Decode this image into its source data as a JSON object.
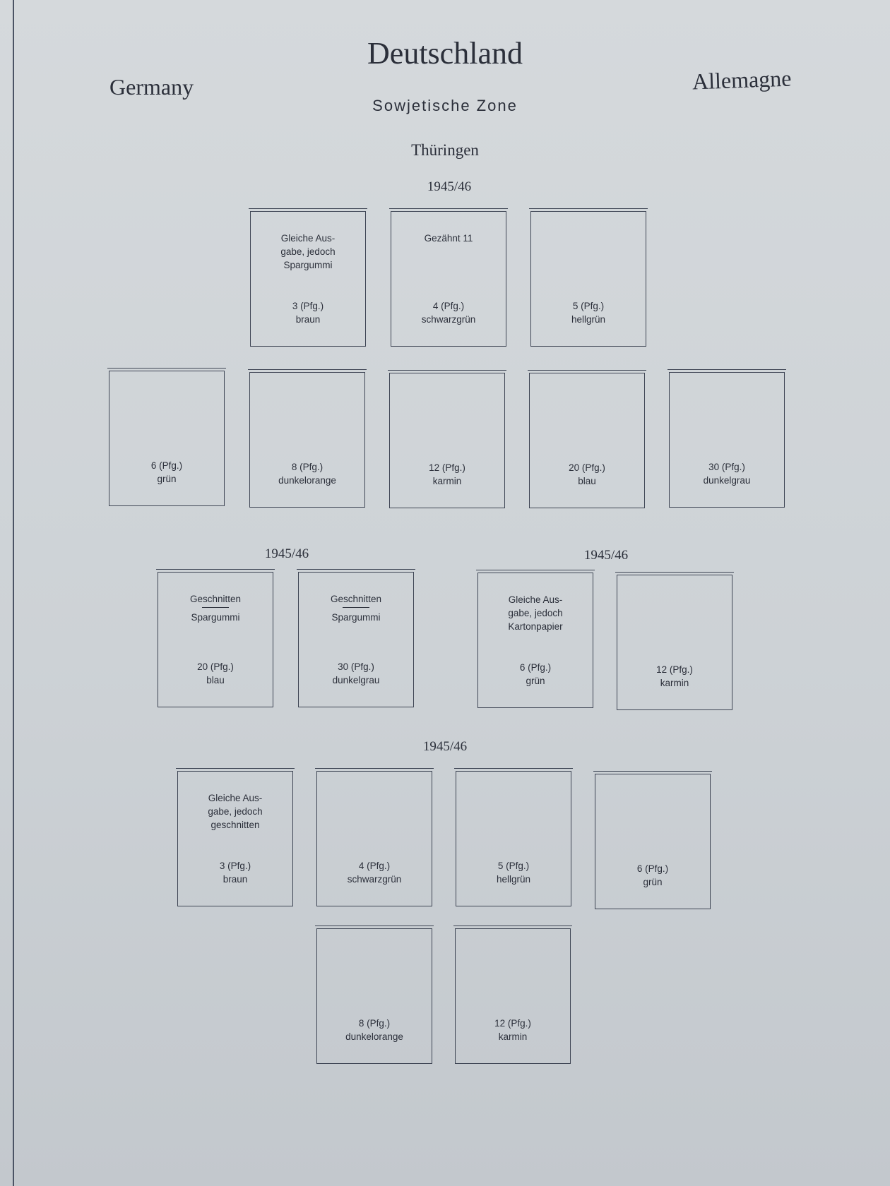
{
  "header": {
    "title": "Deutschland",
    "country_left": "Germany",
    "country_right": "Allemagne",
    "zone": "Sowjetische Zone",
    "region": "Thüringen"
  },
  "years": [
    "1945/46",
    "1945/46",
    "1945/46",
    "1945/46"
  ],
  "stamps": [
    {
      "note": "Gleiche Aus-\ngabe, jedoch\nSpargummi",
      "value": "3 (Pfg.)",
      "color": "braun"
    },
    {
      "note": "Gezähnt 11",
      "value": "4 (Pfg.)",
      "color": "schwarzgrün"
    },
    {
      "note": "",
      "value": "5 (Pfg.)",
      "color": "hellgrün"
    },
    {
      "note": "",
      "value": "6 (Pfg.)",
      "color": "grün"
    },
    {
      "note": "",
      "value": "8 (Pfg.)",
      "color": "dunkelorange"
    },
    {
      "note": "",
      "value": "12 (Pfg.)",
      "color": "karmin"
    },
    {
      "note": "",
      "value": "20 (Pfg.)",
      "color": "blau"
    },
    {
      "note": "",
      "value": "30 (Pfg.)",
      "color": "dunkelgrau"
    },
    {
      "note": "Geschnitten",
      "note2": "Spargummi",
      "value": "20 (Pfg.)",
      "color": "blau"
    },
    {
      "note": "Geschnitten",
      "note2": "Spargummi",
      "value": "30 (Pfg.)",
      "color": "dunkelgrau"
    },
    {
      "note": "Gleiche Aus-\ngabe, jedoch\nKartonpapier",
      "value": "6 (Pfg.)",
      "color": "grün"
    },
    {
      "note": "",
      "value": "12 (Pfg.)",
      "color": "karmin"
    },
    {
      "note": "Gleiche Aus-\ngabe, jedoch\ngeschnitten",
      "value": "3 (Pfg.)",
      "color": "braun"
    },
    {
      "note": "",
      "value": "4 (Pfg.)",
      "color": "schwarzgrün"
    },
    {
      "note": "",
      "value": "5 (Pfg.)",
      "color": "hellgrün"
    },
    {
      "note": "",
      "value": "6 (Pfg.)",
      "color": "grün"
    },
    {
      "note": "",
      "value": "8 (Pfg.)",
      "color": "dunkelorange"
    },
    {
      "note": "",
      "value": "12 (Pfg.)",
      "color": "karmin"
    }
  ]
}
